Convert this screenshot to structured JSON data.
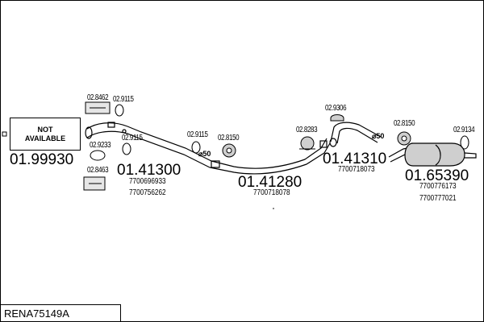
{
  "title": "RENA75149A",
  "not_available": {
    "line1": "NOT",
    "line2": "AVAILABLE"
  },
  "part_numbers": {
    "p1": "01.99930",
    "p2": "01.41300",
    "p3": "01.41280",
    "p4": "01.41310",
    "p5": "01.65390"
  },
  "oem_numbers": {
    "p2a": "7700696933",
    "p2b": "7700756262",
    "p3a": "7700718078",
    "p4a": "7700718073",
    "p5a": "7700776173",
    "p5b": "7700777021"
  },
  "accessory_codes": {
    "a1": "02.8462",
    "a2": "02.9115",
    "a3": "02.9233",
    "a4": "02.9115",
    "a5": "02.8463",
    "a6": "02.9115",
    "a7": "02.8150",
    "a8": "02.8283",
    "a9": "02.9306",
    "a10": "02.8150",
    "a11": "02.9134"
  },
  "diameters": {
    "d1": "⌀50",
    "d2": "⌀50"
  }
}
